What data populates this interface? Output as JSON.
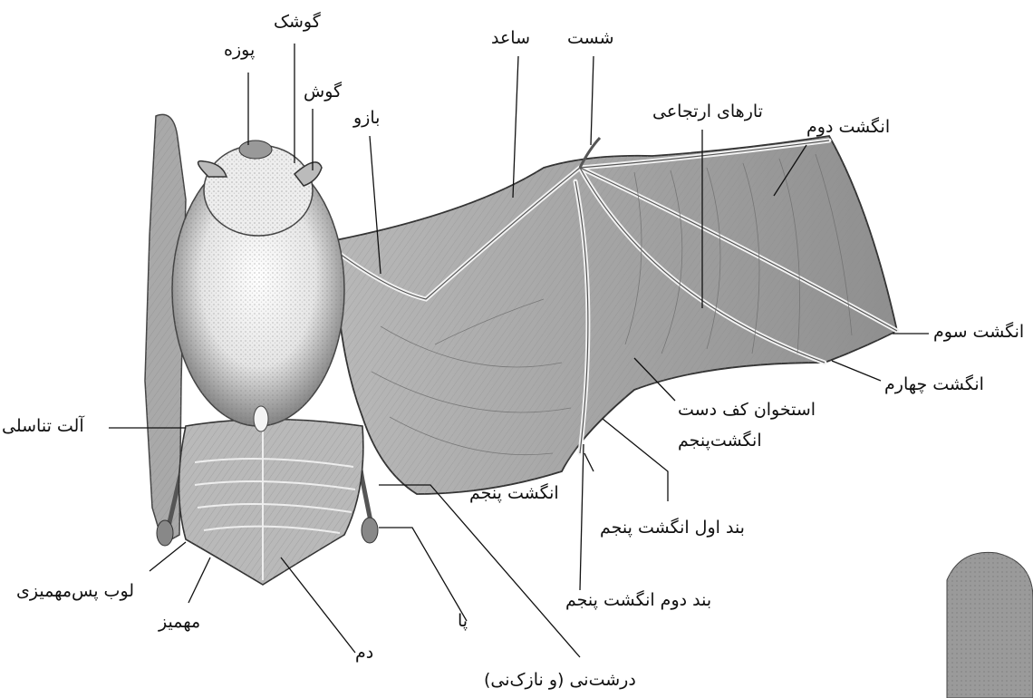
{
  "labels": {
    "snout": "پوزه",
    "tragus": "گوشک",
    "ear": "گوش",
    "arm": "بازو",
    "forearm": "ساعد",
    "thumb": "شست",
    "elastic_fibers": "تارهای ارتجاعی",
    "second_finger": "انگشت دوم",
    "third_finger": "انگشت سوم",
    "fourth_finger": "انگشت چهارم",
    "metacarpal_line1": "استخوان کف دست",
    "metacarpal_line2": "انگشت‌پنجم",
    "genitals": "آلت تناسلی",
    "fifth_finger": "انگشت پنجم",
    "fifth_finger_first_phalanx": "بند اول انگشت پنجم",
    "fifth_finger_second_phalanx": "بند دوم انگشت پنجم",
    "postcalcar_lobe": "لوب پس‌مهمیزی",
    "calcar": "مهمیز",
    "tail": "دم",
    "foot": "پا",
    "cartilage": "درشت‌نی (و نازک‌نی)"
  },
  "icons": {
    "illustration": "bat-anatomy-illustration",
    "corner": "partial-ear-illustration"
  }
}
